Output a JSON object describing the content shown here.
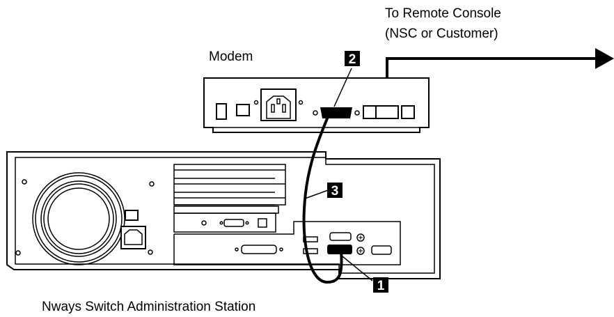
{
  "labels": {
    "remote_line1": "To Remote Console",
    "remote_line2": "(NSC or Customer)",
    "modem": "Modem",
    "station": "Nways Switch Administration Station"
  },
  "callouts": {
    "one": "1",
    "two": "2",
    "three": "3"
  },
  "colors": {
    "line": "#000000",
    "callout_bg": "#000000",
    "callout_text": "#ffffff",
    "background": "#ffffff"
  }
}
